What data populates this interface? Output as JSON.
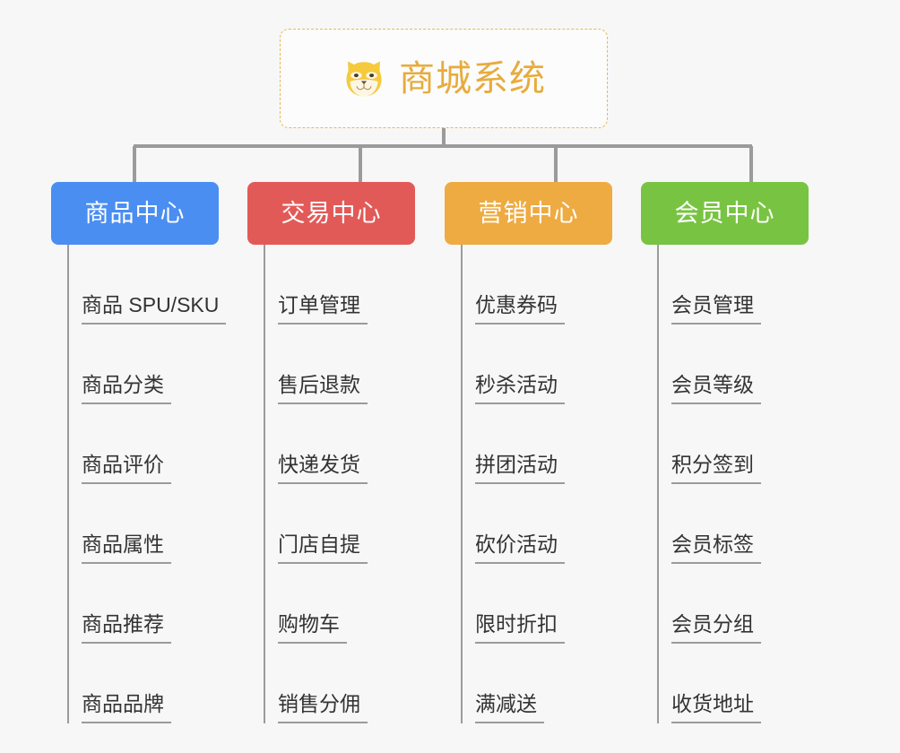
{
  "diagram": {
    "type": "mindmap",
    "background_color": "#f7f7f7",
    "root": {
      "title": "商城系统",
      "icon": "shiba-dog-face-icon",
      "text_color": "#e8ab3c",
      "border_color": "#e7b951",
      "background_color": "#fcfcfc"
    },
    "connector_color": "#9b9b9b",
    "categories": [
      {
        "label": "商品中心",
        "color": "#4a8ef2",
        "items": [
          "商品 SPU/SKU",
          "商品分类",
          "商品评价",
          "商品属性",
          "商品推荐",
          "商品品牌"
        ]
      },
      {
        "label": "交易中心",
        "color": "#e25a58",
        "items": [
          "订单管理",
          "售后退款",
          "快递发货",
          "门店自提",
          "购物车",
          "销售分佣"
        ]
      },
      {
        "label": "营销中心",
        "color": "#eeab42",
        "items": [
          "优惠券码",
          "秒杀活动",
          "拼团活动",
          "砍价活动",
          "限时折扣",
          "满减送"
        ]
      },
      {
        "label": "会员中心",
        "color": "#78c442",
        "items": [
          "会员管理",
          "会员等级",
          "积分签到",
          "会员标签",
          "会员分组",
          "收货地址"
        ]
      }
    ]
  }
}
